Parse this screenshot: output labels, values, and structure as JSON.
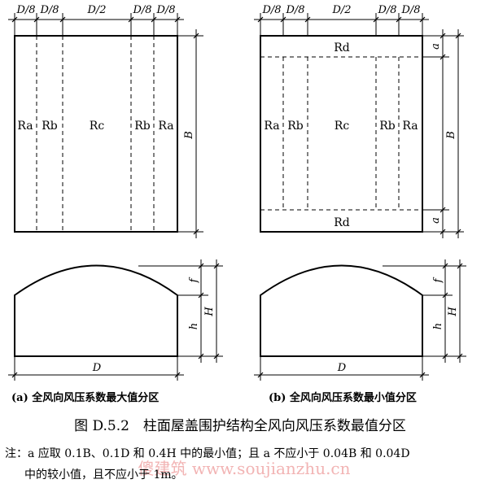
{
  "panel_a": {
    "top_dims": [
      "D/8",
      "D/8",
      "D/2",
      "D/8",
      "D/8"
    ],
    "regions": [
      "Ra",
      "Rb",
      "Rc",
      "Rb",
      "Ra"
    ],
    "side_dim": "B",
    "elev_f": "f",
    "elev_h": "h",
    "elev_H": "H",
    "elev_D": "D",
    "label": "(a) 全风向风压系数最大值分区"
  },
  "panel_b": {
    "top_dims": [
      "D/8",
      "D/8",
      "D/2",
      "D/8",
      "D/8"
    ],
    "regions": [
      "Ra",
      "Rb",
      "Rc",
      "Rb",
      "Ra"
    ],
    "region_top": "Rd",
    "region_bottom": "Rd",
    "side_a_top": "a",
    "side_a_bottom": "a",
    "side_dim": "B",
    "elev_f": "f",
    "elev_h": "h",
    "elev_H": "H",
    "elev_D": "D",
    "label": "(b) 全风向风压系数最小值分区"
  },
  "caption": "图 D.5.2　柱面屋盖围护结构全风向风压系数最值分区",
  "note": {
    "line1": "注：a 应取 0.1B、0.1D 和 0.4H 中的最小值；且 a 不应小于 0.04B 和 0.04D",
    "line2": "中的较小值，且不应小于 1m。"
  },
  "watermark": "傻建筑 www.soujianzhu.cn"
}
